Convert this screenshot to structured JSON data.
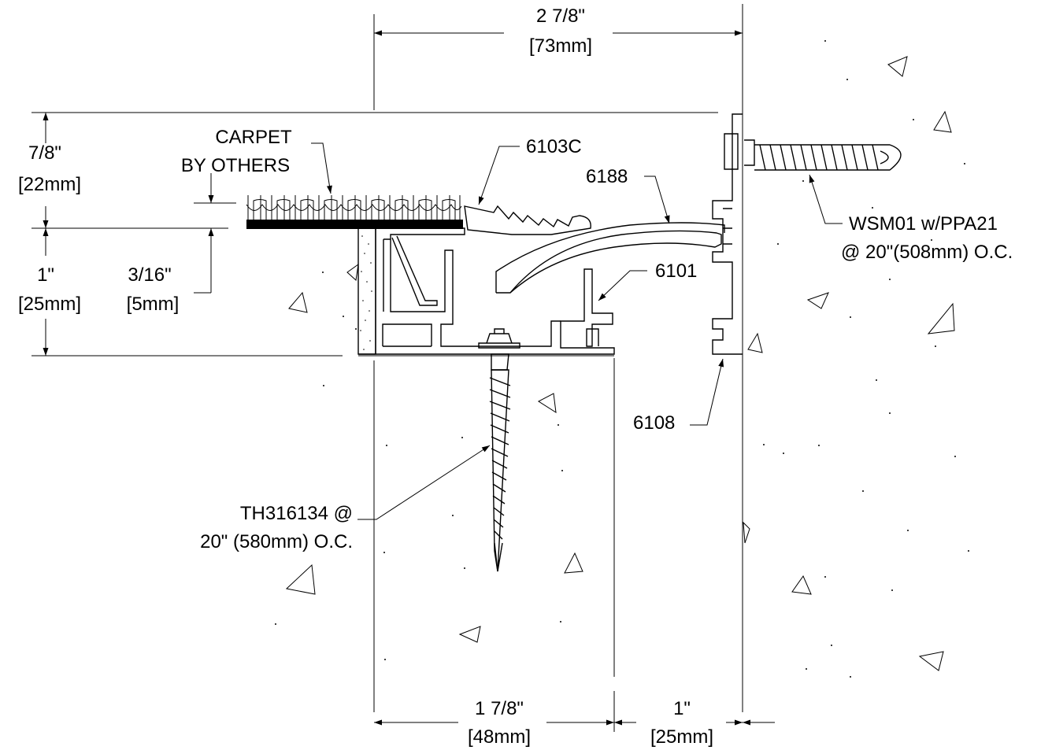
{
  "dimensions": {
    "top_width": {
      "imperial": "2 7/8\"",
      "metric": "[73mm]"
    },
    "left_upper": {
      "imperial": "7/8\"",
      "metric": "[22mm]"
    },
    "left_lower": {
      "imperial": "1\"",
      "metric": "[25mm]"
    },
    "carpet_gap": {
      "imperial": "3/16\"",
      "metric": "[5mm]"
    },
    "bottom_left": {
      "imperial": "1 7/8\"",
      "metric": "[48mm]"
    },
    "bottom_right": {
      "imperial": "1\"",
      "metric": "[25mm]"
    }
  },
  "labels": {
    "carpet_line1": "CARPET",
    "carpet_line2": "BY OTHERS",
    "part_6103c": "6103C",
    "part_6188": "6188",
    "part_6101": "6101",
    "part_6108": "6108",
    "wall_anchor_line1": "WSM01 w/PPA21",
    "wall_anchor_line2": "@ 20\"(508mm) O.C.",
    "floor_screw_line1": "TH316134 @",
    "floor_screw_line2": "20\" (580mm) O.C."
  }
}
